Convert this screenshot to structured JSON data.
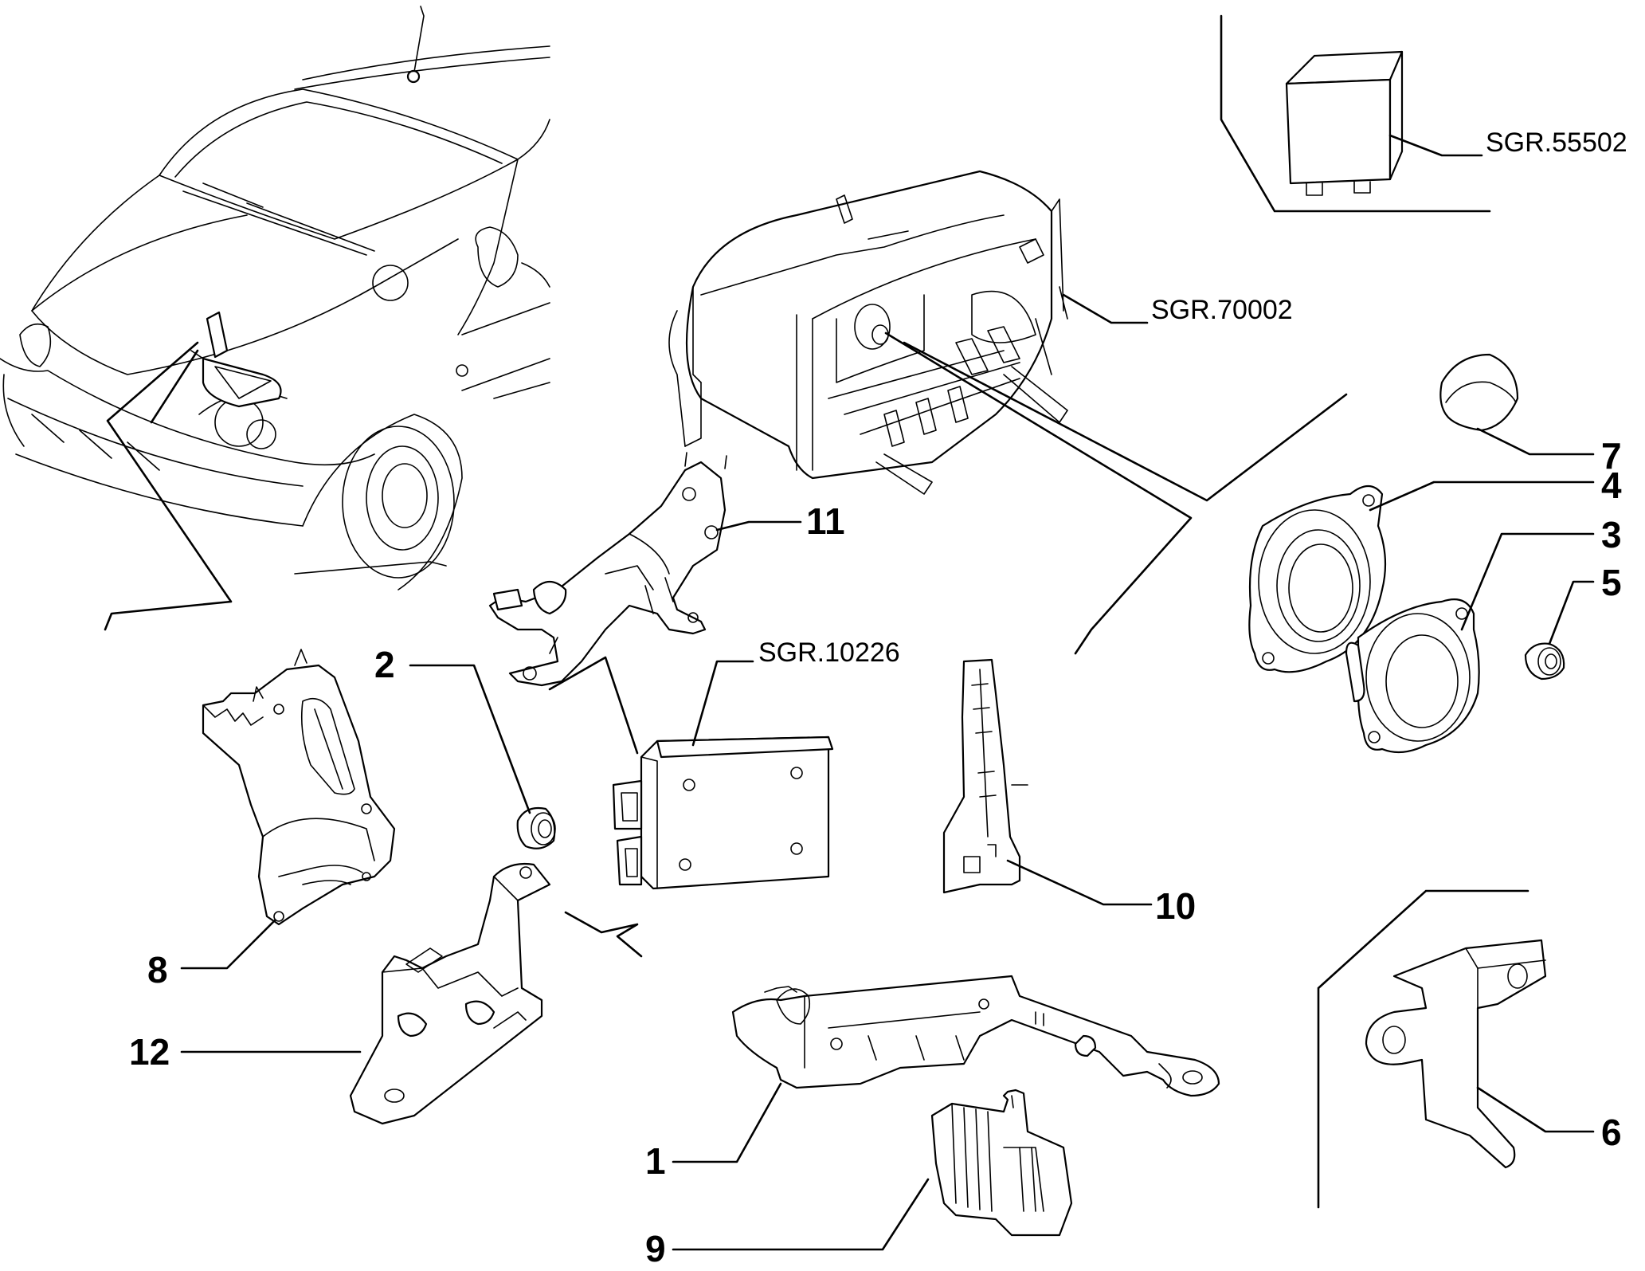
{
  "callouts": {
    "n1": "1",
    "n2": "2",
    "n3": "3",
    "n4": "4",
    "n5": "5",
    "n6": "6",
    "n7": "7",
    "n8": "8",
    "n9": "9",
    "n10": "10",
    "n11": "11",
    "n12": "12"
  },
  "references": {
    "relay": "SGR.55502",
    "dashboard": "SGR.70002",
    "control_unit": "SGR.10226"
  },
  "colors": {
    "ink": "#000000",
    "paper": "#ffffff"
  }
}
